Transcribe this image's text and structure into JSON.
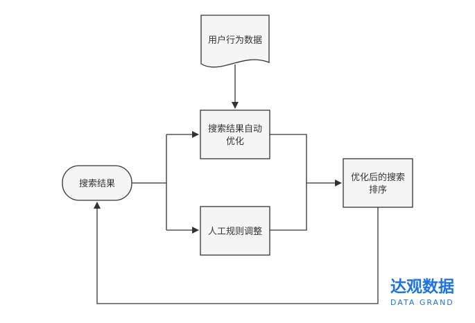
{
  "nodes": {
    "user_behavior": {
      "label": "用户行为数据"
    },
    "auto_optimize": {
      "label_line1": "搜索结果自动",
      "label_line2": "优化"
    },
    "manual_adjust": {
      "label": "人工规则调整"
    },
    "search_results": {
      "label": "搜索结果"
    },
    "optimized_ranking": {
      "label_line1": "优化后的搜索",
      "label_line2": "排序"
    }
  },
  "logo": {
    "cn": "达观数据",
    "en": "DATA GRAND"
  },
  "colors": {
    "stroke": "#333333",
    "node_fill": "#f5f5f5",
    "logo": "#1a73e8"
  }
}
